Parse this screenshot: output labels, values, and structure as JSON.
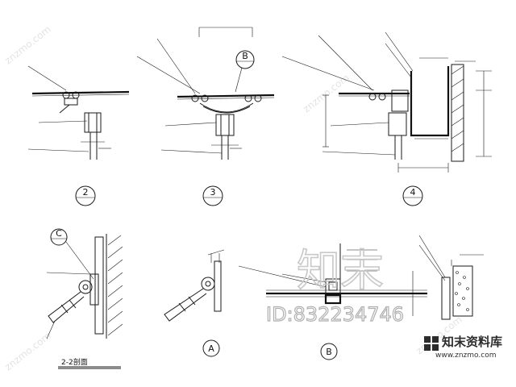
{
  "watermark": {
    "main_text": "知末",
    "id_text": "ID:832234746",
    "diagonal_text": "znzmo.com",
    "logo_name": "知末资料库",
    "logo_url": "www.znzmo.com"
  },
  "views": {
    "circle_2": {
      "number": "2"
    },
    "circle_3": {
      "number": "3"
    },
    "circle_4": {
      "number": "4"
    },
    "circle_A": {
      "letter": "A"
    },
    "circle_B": {
      "letter": "B"
    },
    "circle_C": {
      "letter": "C"
    },
    "circle_Bref": {
      "letter": "B"
    }
  },
  "section_title": "2-2剖面",
  "colors": {
    "line": "#1a1a1a",
    "watermark": "#c8c8c8",
    "logo_accent": "#2c2c2c"
  }
}
